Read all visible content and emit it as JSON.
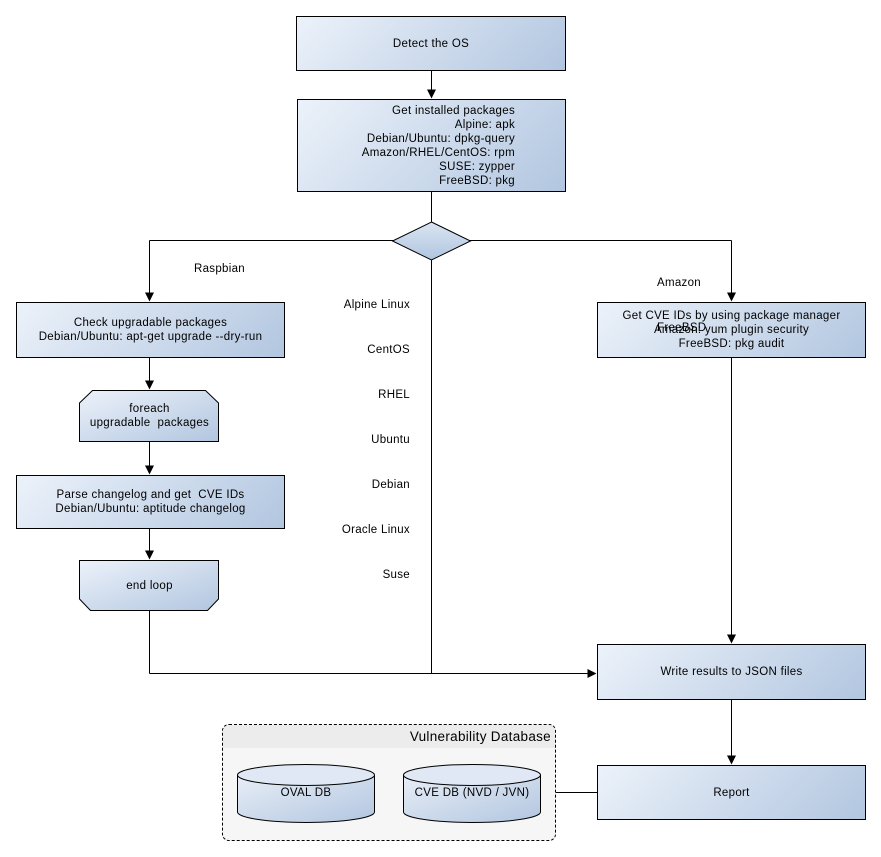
{
  "nodes": {
    "detect_os": {
      "label": "Detect the OS"
    },
    "get_installed_packages": {
      "lines": [
        "Get installed packages",
        "Alpine: apk",
        "Debian/Ubuntu: dpkg-query",
        "Amazon/RHEL/CentOS: rpm",
        "SUSE: zypper",
        "FreeBSD: pkg"
      ]
    },
    "check_upgradable": {
      "lines": [
        "Check upgradable packages",
        "Debian/Ubuntu: apt-get upgrade --dry-run"
      ]
    },
    "foreach_loop": {
      "lines": [
        "foreach",
        "upgradable  packages"
      ]
    },
    "parse_changelog": {
      "lines": [
        "Parse changelog and get  CVE IDs",
        "Debian/Ubuntu: aptitude changelog"
      ]
    },
    "end_loop": {
      "label": "end loop"
    },
    "get_cve_ids": {
      "lines": [
        "Get CVE IDs by using package manager",
        "Amazon: yum plugin security",
        "FreeBSD: pkg audit"
      ]
    },
    "write_results": {
      "label": "Write results to JSON files"
    },
    "report": {
      "label": "Report"
    }
  },
  "edge_labels": {
    "left_branch": "Raspbian",
    "middle_branch": [
      "Alpine Linux",
      "CentOS",
      "RHEL",
      "Ubuntu",
      "Debian",
      "Oracle Linux",
      "Suse"
    ],
    "right_branch": [
      "Amazon",
      "FreeBSD"
    ]
  },
  "database": {
    "title": "Vulnerability Database",
    "cylinders": [
      "OVAL DB",
      "CVE DB (NVD / JVN)"
    ]
  },
  "colors": {
    "node_gradient_start": "#ecf2fa",
    "node_gradient_end": "#b2c6e0",
    "node_border": "#000000",
    "connector": "#000000",
    "container_fill": "#f6f6f6",
    "container_header_fill": "#ececec",
    "cylinder_top_fill": "#dfe8f4",
    "background": "#ffffff"
  }
}
